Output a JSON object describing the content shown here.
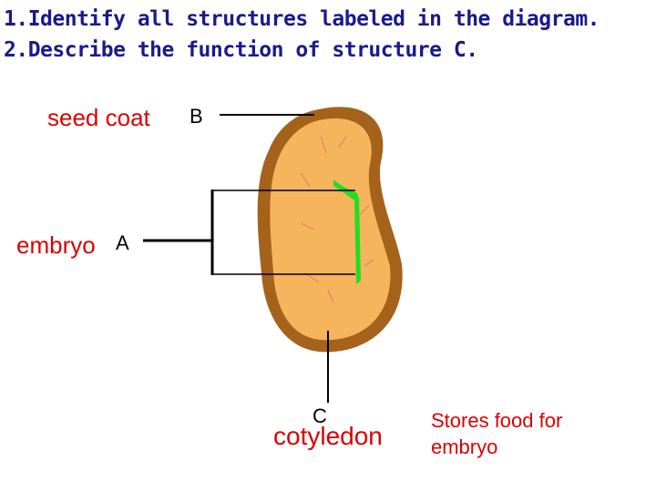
{
  "questions": [
    "1.Identify all structures labeled in the diagram.",
    "2.Describe the function of structure C."
  ],
  "labels": {
    "seed_coat": {
      "name": "seed coat",
      "letter": "B"
    },
    "embryo": {
      "name": "embryo",
      "letter": "A"
    },
    "cotyledon": {
      "name": "cotyledon",
      "letter": "C"
    }
  },
  "function_text": {
    "line1": "Stores food for",
    "line2": "embryo"
  },
  "colors": {
    "question_text": "#1a1a8c",
    "label_text": "#dd0000",
    "seed_coat": "#a4621a",
    "cotyledon": "#f6b45c",
    "embryo": "#22dd22",
    "leader_lines": "#000000"
  }
}
